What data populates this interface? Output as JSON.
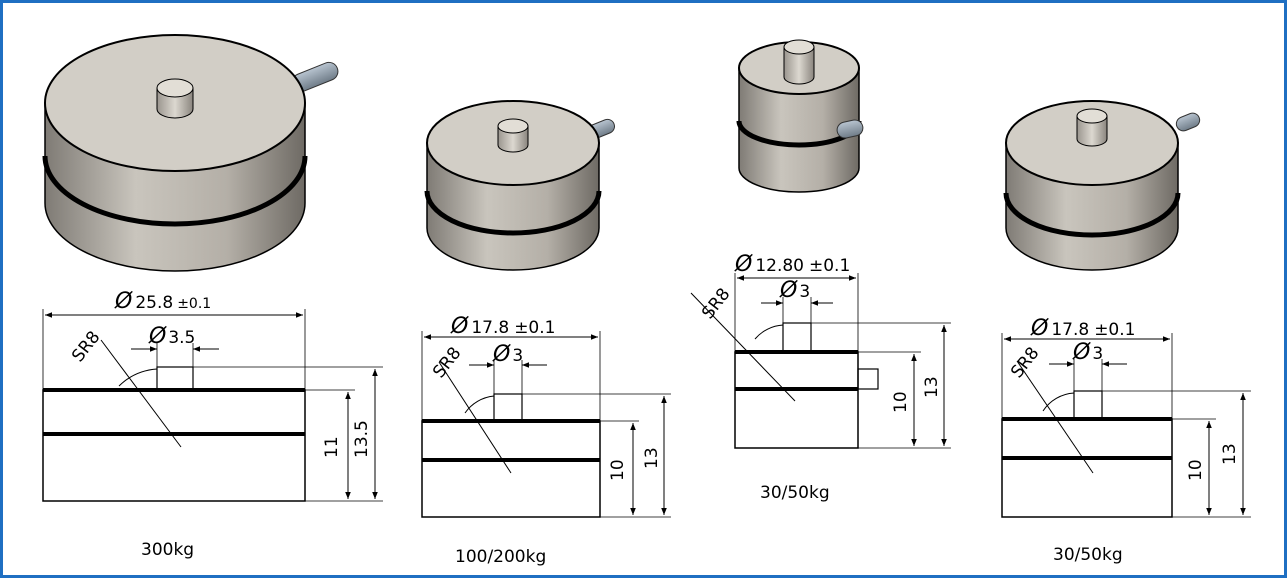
{
  "colors": {
    "border": "#1f6fc2",
    "body": "#cfcbc3",
    "shade": "#8f8b85",
    "pin": "#9aa6b2"
  },
  "views": [
    {
      "caption": "300kg",
      "diameter": "25.8",
      "diameter_tol": "±0.1",
      "pin_diameter": "3.5",
      "radius": "SR8",
      "height_body": "11",
      "height_total": "13.5"
    },
    {
      "caption": "100/200kg",
      "diameter": "17.8",
      "diameter_tol": "±0.1",
      "pin_diameter": "3",
      "radius": "SR8",
      "height_body": "10",
      "height_total": "13"
    },
    {
      "caption": "30/50kg",
      "diameter": "12.80",
      "diameter_tol": "±0.1",
      "pin_diameter": "3",
      "radius": "SR8",
      "height_body": "10",
      "height_total": "13"
    },
    {
      "caption": "30/50kg",
      "diameter": "17.8",
      "diameter_tol": "±0.1",
      "pin_diameter": "3",
      "radius": "SR8",
      "height_body": "10",
      "height_total": "13"
    }
  ]
}
